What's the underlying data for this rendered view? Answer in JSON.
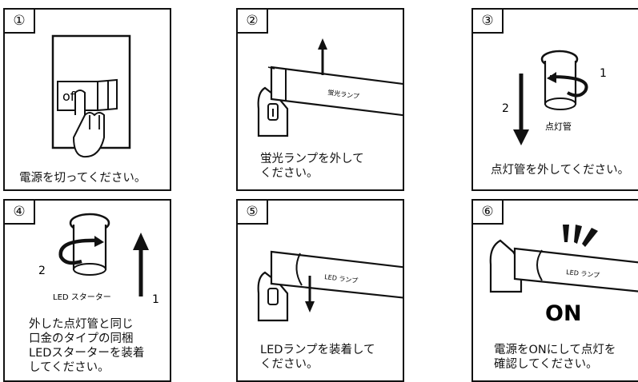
{
  "steps": [
    {
      "num": "①",
      "caption": "電源を切ってください。",
      "switch_label": "off"
    },
    {
      "num": "②",
      "caption": "蛍光ランプを外して\nください。",
      "tube_label": "蛍光ランプ"
    },
    {
      "num": "③",
      "caption": "点灯管を外してください。",
      "part_label": "点灯管",
      "arrow1": "1",
      "arrow2": "2"
    },
    {
      "num": "④",
      "caption": "外した点灯管と同じ\n口金のタイプの同梱\nLEDスターターを装着\nしてください。",
      "part_label": "LED スターター",
      "arrow1": "1",
      "arrow2": "2"
    },
    {
      "num": "⑤",
      "caption": "LEDランプを装着して\nください。",
      "tube_label": "LED ランプ"
    },
    {
      "num": "⑥",
      "caption": "電源をONにして点灯を\n確認してください。",
      "tube_label": "LED ランプ",
      "on_text": "ON"
    }
  ]
}
